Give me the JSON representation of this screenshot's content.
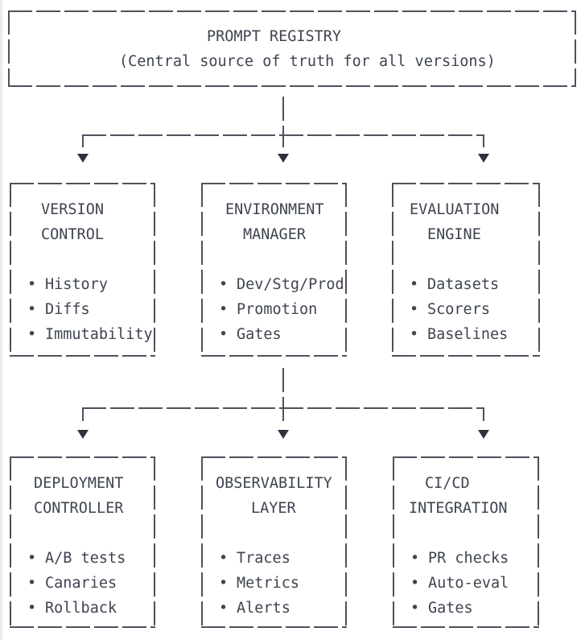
{
  "title": {
    "line1": "PROMPT REGISTRY",
    "line2": "(Central source of truth for all versions)"
  },
  "bullet_char": "•",
  "nodes": {
    "version_control": {
      "title1": "VERSION",
      "title2": "CONTROL",
      "items": [
        "History",
        "Diffs",
        "Immutability"
      ]
    },
    "environment_manager": {
      "title1": "ENVIRONMENT",
      "title2": "MANAGER",
      "items": [
        "Dev/Stg/Prod",
        "Promotion",
        "Gates"
      ]
    },
    "evaluation_engine": {
      "title1": "EVALUATION",
      "title2": "ENGINE",
      "items": [
        "Datasets",
        "Scorers",
        "Baselines"
      ]
    },
    "deployment_controller": {
      "title1": "DEPLOYMENT",
      "title2": "CONTROLLER",
      "items": [
        "A/B tests",
        "Canaries",
        "Rollback"
      ]
    },
    "observability_layer": {
      "title1": "OBSERVABILITY",
      "title2": "LAYER",
      "items": [
        "Traces",
        "Metrics",
        "Alerts"
      ]
    },
    "cicd_integration": {
      "title1": "CI/CD",
      "title2": "INTEGRATION",
      "items": [
        "PR checks",
        "Auto-eval",
        "Gates"
      ]
    }
  },
  "colors": {
    "ink": "#4d525c",
    "text": "#3e4450",
    "arrow": "#2d323d",
    "background": "#ffffff",
    "edge_strip": "#e9e9e9"
  }
}
